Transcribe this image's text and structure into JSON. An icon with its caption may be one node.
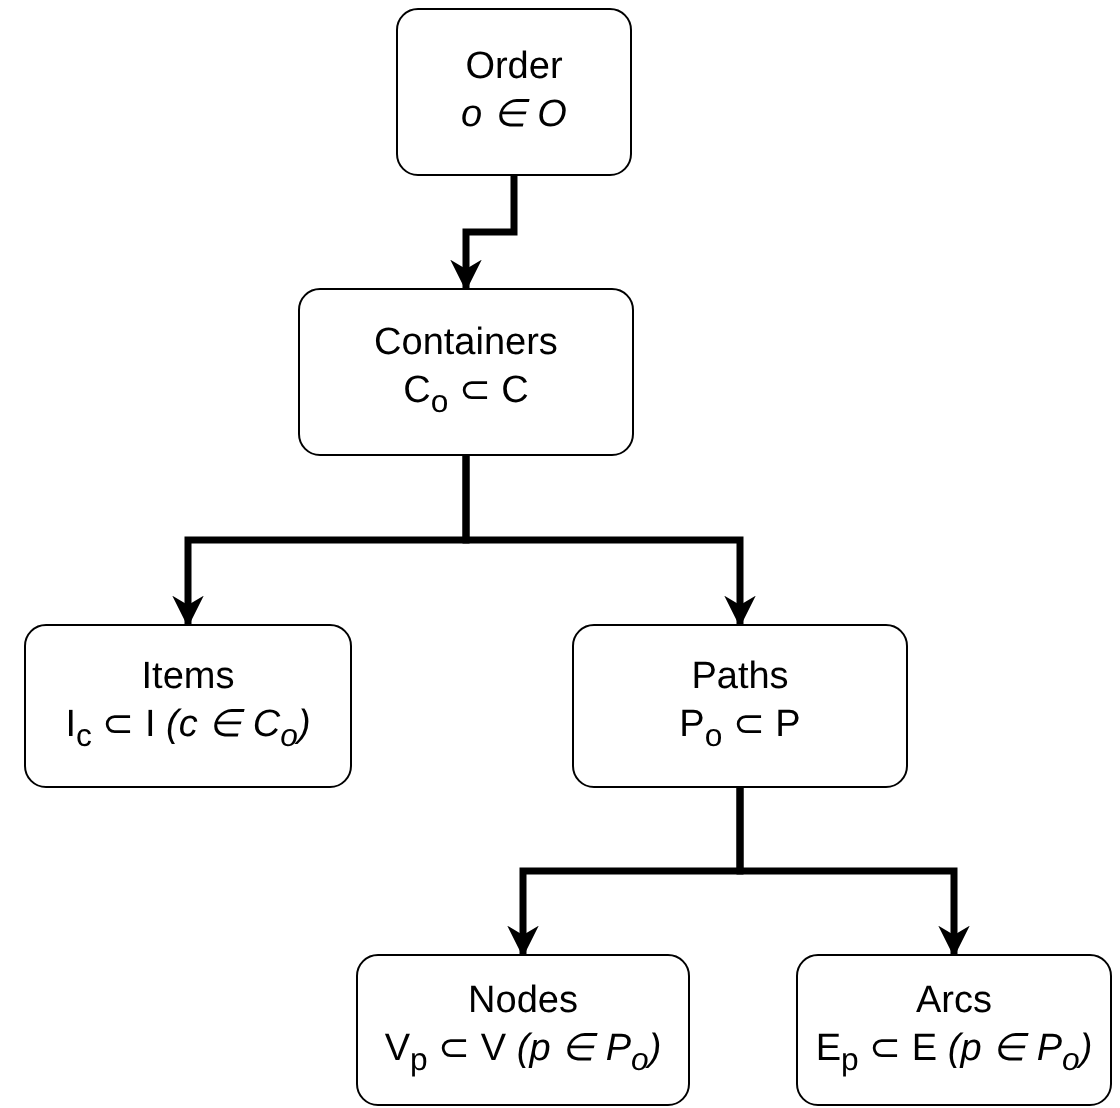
{
  "diagram": {
    "nodes": [
      {
        "text": [
          "Order",
          "*o ∈ O*"
        ]
      },
      {
        "text": [
          "Containers",
          "C$_{o}$ ⊂ C"
        ]
      },
      {
        "text": [
          "Items",
          "I$_{c}$ ⊂ I *(c ∈ C$_{o}$)*"
        ]
      },
      {
        "text": [
          "Paths",
          "P$_{o}$ ⊂ P"
        ]
      },
      {
        "text": [
          "Nodes",
          "V$_{p}$ ⊂ V *(p ∈ P$_{o}$)*"
        ]
      },
      {
        "text": [
          "Arcs",
          "E$_{p}$ ⊂ E *(p ∈ P$_{o}$)*"
        ]
      }
    ],
    "edges": [
      {
        "from": 0,
        "to": 1,
        "arrow": "to"
      },
      {
        "from": 1,
        "to": 2,
        "arrow": "to"
      },
      {
        "from": 1,
        "to": 3,
        "arrow": "to"
      },
      {
        "from": 3,
        "to": 4,
        "arrow": "to"
      },
      {
        "from": 3,
        "to": 5,
        "arrow": "to"
      }
    ]
  }
}
